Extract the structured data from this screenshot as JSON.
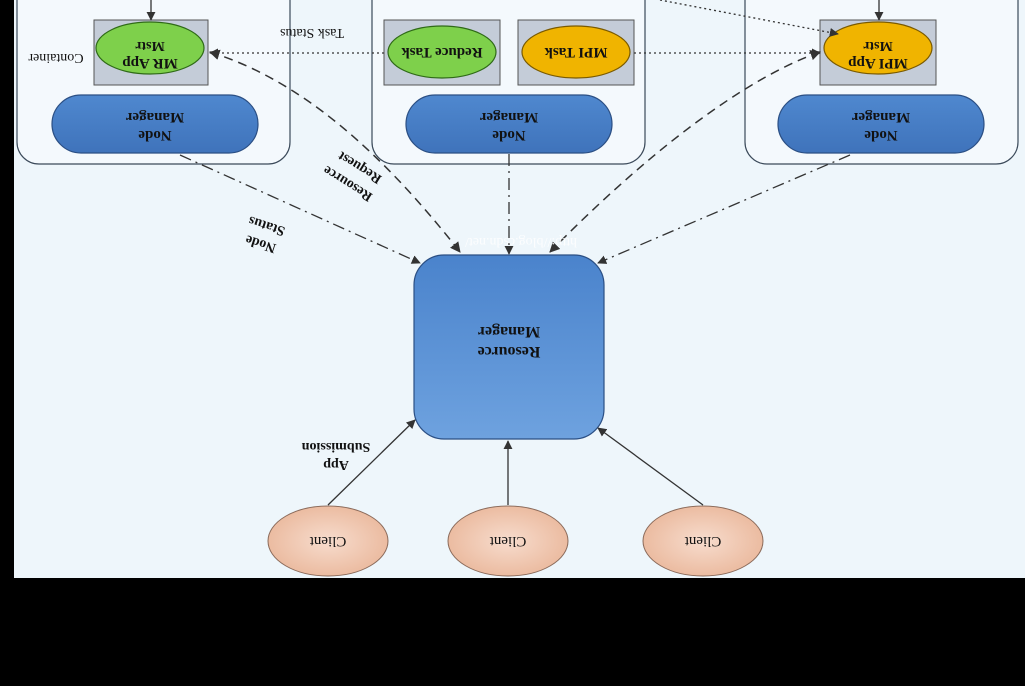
{
  "diagram": {
    "watermark": "http://blog.csdn.net/",
    "nodes": {
      "resource_manager": [
        "Resource",
        "Manager"
      ],
      "node_manager_left": [
        "Node",
        "Manager"
      ],
      "node_manager_mid": [
        "Node",
        "Manager"
      ],
      "node_manager_right": [
        "Node",
        "Manager"
      ],
      "mr_app_master": [
        "MR App",
        "Mstr"
      ],
      "mpi_app_master": [
        "MPI App",
        "Mstr"
      ],
      "reduce_task": "Reduce Task",
      "mpi_task": "MPI Task",
      "client_left": "Client",
      "client_mid": "Client",
      "client_right": "Client"
    },
    "labels": {
      "container": "Container",
      "task_status": "Task Status",
      "resource_request": [
        "Resource",
        "Request"
      ],
      "node_status": [
        "Node",
        "Status"
      ],
      "app_submission": [
        "App",
        "Submission"
      ]
    },
    "colors": {
      "panel": "#eef6fb",
      "manager_blue": "#4f88cf",
      "app_green": "#7ed04b",
      "task_yellow": "#f0b400",
      "client_peach": "#f2c8b2",
      "container_grey": "#c4ccd8"
    }
  }
}
